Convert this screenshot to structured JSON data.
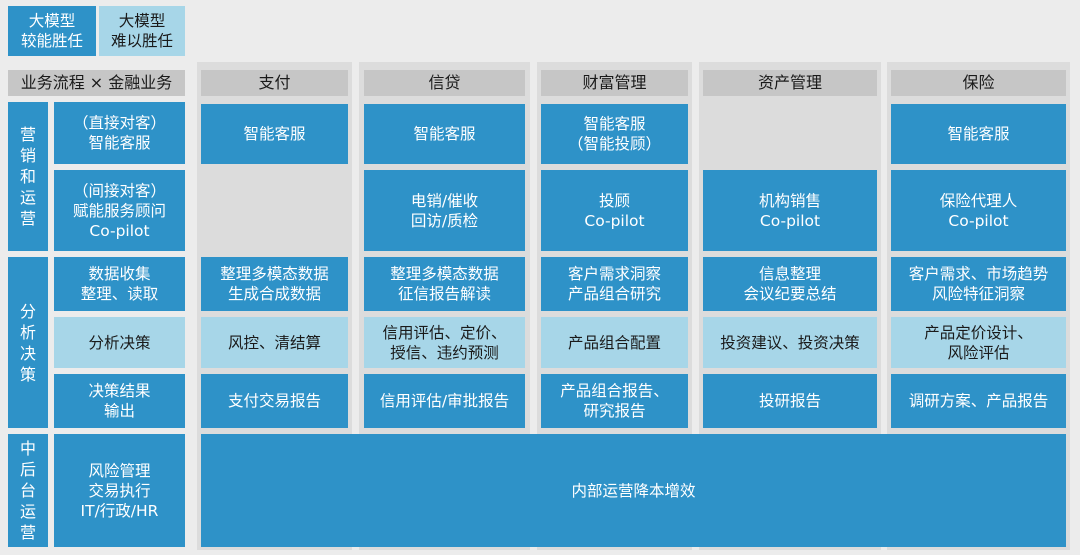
{
  "legend": {
    "capable": "大模型\n较能胜任",
    "hard": "大模型\n难以胜任"
  },
  "corner": "业务流程 × 金融业务",
  "columns": [
    "支付",
    "信贷",
    "财富管理",
    "资产管理",
    "保险"
  ],
  "groups": {
    "marketing": "营\n销\n和\n运\n营",
    "analysis": "分\n析\n决\n策",
    "backoffice": "中\n后\n台\n运\n营"
  },
  "rows": {
    "direct": "（直接对客）\n智能客服",
    "indirect": "（间接对客）\n赋能服务顾问\nCo-pilot",
    "collect": "数据收集\n整理、读取",
    "decide": "分析决策",
    "output": "决策结果\n输出",
    "back": "风险管理\n交易执行\nIT/行政/HR"
  },
  "cells": {
    "pay_direct": "智能客服",
    "credit_direct": "智能客服",
    "wealth_direct": "智能客服\n（智能投顾）",
    "ins_direct": "智能客服",
    "credit_indirect": "电销/催收\n回访/质检",
    "wealth_indirect": "投顾\nCo-pilot",
    "asset_indirect": "机构销售\nCo-pilot",
    "ins_indirect": "保险代理人\nCo-pilot",
    "pay_collect": "整理多模态数据\n生成合成数据",
    "credit_collect": "整理多模态数据\n征信报告解读",
    "wealth_collect": "客户需求洞察\n产品组合研究",
    "asset_collect": "信息整理\n会议纪要总结",
    "ins_collect": "客户需求、市场趋势\n风险特征洞察",
    "pay_decide": "风控、清结算",
    "credit_decide": "信用评估、定价、\n授信、违约预测",
    "wealth_decide": "产品组合配置",
    "asset_decide": "投资建议、投资决策",
    "ins_decide": "产品定价设计、\n风险评估",
    "pay_output": "支付交易报告",
    "credit_output": "信用评估/审批报告",
    "wealth_output": "产品组合报告、\n研究报告",
    "asset_output": "投研报告",
    "ins_output": "调研方案、产品报告",
    "back_all": "内部运营降本增效"
  },
  "colors": {
    "capable": "#2e92c8",
    "hard": "#a7d6e8",
    "header": "#c6c6c6",
    "background": "#ececec"
  }
}
